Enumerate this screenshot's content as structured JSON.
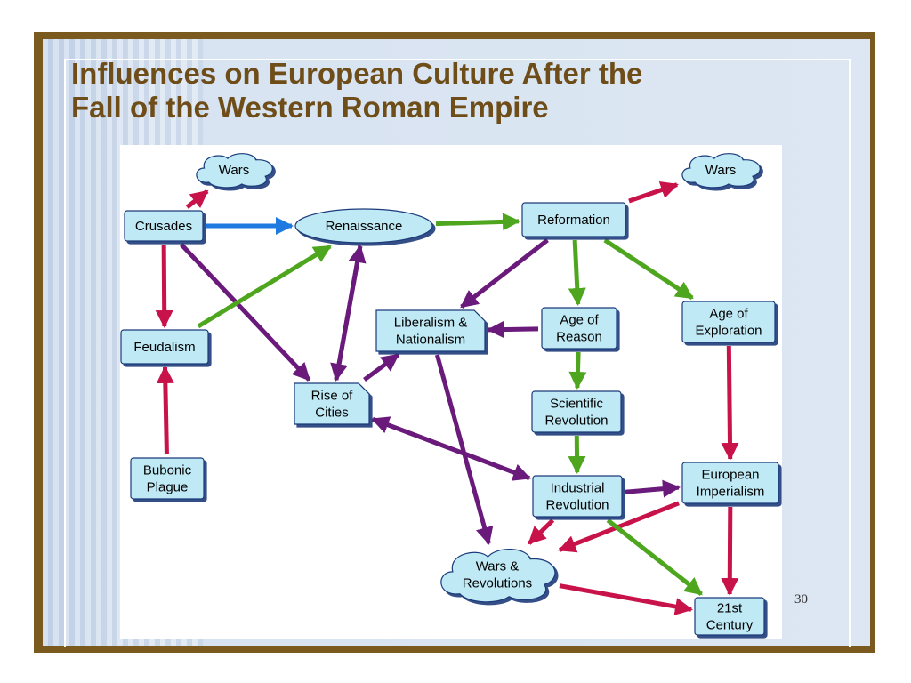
{
  "title": {
    "line1": "Influences on European Culture After the",
    "line2": "Fall of the Western Roman Empire"
  },
  "page_number": "30",
  "colors": {
    "frame": "#7a5a1e",
    "title": "#6e4d18",
    "node_fill": "#bfe9f5",
    "node_border": "#1a3a7a",
    "arrow_red": "#c8124a",
    "arrow_blue": "#1e7ae0",
    "arrow_green": "#4ea61e",
    "arrow_purple": "#6a1a7a"
  },
  "nodes": {
    "wars_left": {
      "lines": [
        "Wars"
      ],
      "shape": "cloud"
    },
    "wars_right": {
      "lines": [
        "Wars"
      ],
      "shape": "cloud"
    },
    "crusades": {
      "lines": [
        "Crusades"
      ],
      "shape": "box"
    },
    "renaissance": {
      "lines": [
        "Renaissance"
      ],
      "shape": "ellipse"
    },
    "reformation": {
      "lines": [
        "Reformation"
      ],
      "shape": "box"
    },
    "liberalism": {
      "lines": [
        "Liberalism &",
        "Nationalism"
      ],
      "shape": "tab"
    },
    "age_reason": {
      "lines": [
        "Age of",
        "Reason"
      ],
      "shape": "box"
    },
    "age_exploration": {
      "lines": [
        "Age of",
        "Exploration"
      ],
      "shape": "box"
    },
    "feudalism": {
      "lines": [
        "Feudalism"
      ],
      "shape": "box"
    },
    "rise_cities": {
      "lines": [
        "Rise of",
        "Cities"
      ],
      "shape": "tab"
    },
    "sci_rev": {
      "lines": [
        "Scientific",
        "Revolution"
      ],
      "shape": "box"
    },
    "bubonic": {
      "lines": [
        "Bubonic",
        "Plague"
      ],
      "shape": "box"
    },
    "industrial": {
      "lines": [
        "Industrial",
        "Revolution"
      ],
      "shape": "box"
    },
    "imperialism": {
      "lines": [
        "European",
        "Imperialism"
      ],
      "shape": "box"
    },
    "wars_rev": {
      "lines": [
        "Wars &",
        "Revolutions"
      ],
      "shape": "cloud"
    },
    "century21": {
      "lines": [
        "21st",
        "Century"
      ],
      "shape": "box"
    }
  },
  "edges": [
    {
      "from": "crusades",
      "to": "wars_left",
      "color": "red"
    },
    {
      "from": "crusades",
      "to": "renaissance",
      "color": "blue"
    },
    {
      "from": "crusades",
      "to": "feudalism",
      "color": "red"
    },
    {
      "from": "crusades",
      "to": "rise_cities",
      "color": "purple"
    },
    {
      "from": "renaissance",
      "to": "reformation",
      "color": "green"
    },
    {
      "from": "feudalism",
      "to": "renaissance",
      "color": "green"
    },
    {
      "from": "bubonic",
      "to": "feudalism",
      "color": "red"
    },
    {
      "from": "rise_cities",
      "to": "renaissance",
      "color": "purple"
    },
    {
      "from": "renaissance",
      "to": "rise_cities",
      "color": "purple"
    },
    {
      "from": "rise_cities",
      "to": "liberalism",
      "color": "purple"
    },
    {
      "from": "reformation",
      "to": "wars_right",
      "color": "red"
    },
    {
      "from": "reformation",
      "to": "liberalism",
      "color": "purple"
    },
    {
      "from": "reformation",
      "to": "age_reason",
      "color": "green"
    },
    {
      "from": "reformation",
      "to": "age_exploration",
      "color": "green"
    },
    {
      "from": "age_reason",
      "to": "liberalism",
      "color": "purple"
    },
    {
      "from": "age_reason",
      "to": "sci_rev",
      "color": "green"
    },
    {
      "from": "sci_rev",
      "to": "industrial",
      "color": "green"
    },
    {
      "from": "age_exploration",
      "to": "imperialism",
      "color": "red"
    },
    {
      "from": "industrial",
      "to": "rise_cities",
      "color": "purple"
    },
    {
      "from": "rise_cities",
      "to": "industrial",
      "color": "purple"
    },
    {
      "from": "industrial",
      "to": "imperialism",
      "color": "purple"
    },
    {
      "from": "liberalism",
      "to": "wars_rev",
      "color": "purple"
    },
    {
      "from": "industrial",
      "to": "wars_rev",
      "color": "red"
    },
    {
      "from": "imperialism",
      "to": "wars_rev",
      "color": "red"
    },
    {
      "from": "industrial",
      "to": "century21",
      "color": "green"
    },
    {
      "from": "imperialism",
      "to": "century21",
      "color": "red"
    },
    {
      "from": "wars_rev",
      "to": "century21",
      "color": "red"
    }
  ]
}
